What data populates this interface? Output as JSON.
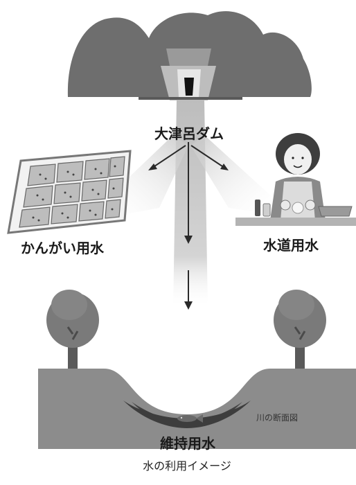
{
  "labels": {
    "dam": "大津呂ダム",
    "irrigation": "かんがい用水",
    "water_supply": "水道用水",
    "maintenance": "維持用水",
    "river_section": "川の断面図"
  },
  "caption": "水の利用イメージ",
  "colors": {
    "mountain": "#6e6e6e",
    "dark": "#1d1d1d",
    "ground": "#8c8c8c",
    "tree": "#7a7a7a",
    "trunk": "#5a5a5a",
    "flow": "#c9c9c9",
    "arrow": "#2a2a2a"
  },
  "icons": [
    "dam-icon",
    "rice-field-icon",
    "person-washing-icon",
    "tree-icon",
    "fish-icon"
  ]
}
